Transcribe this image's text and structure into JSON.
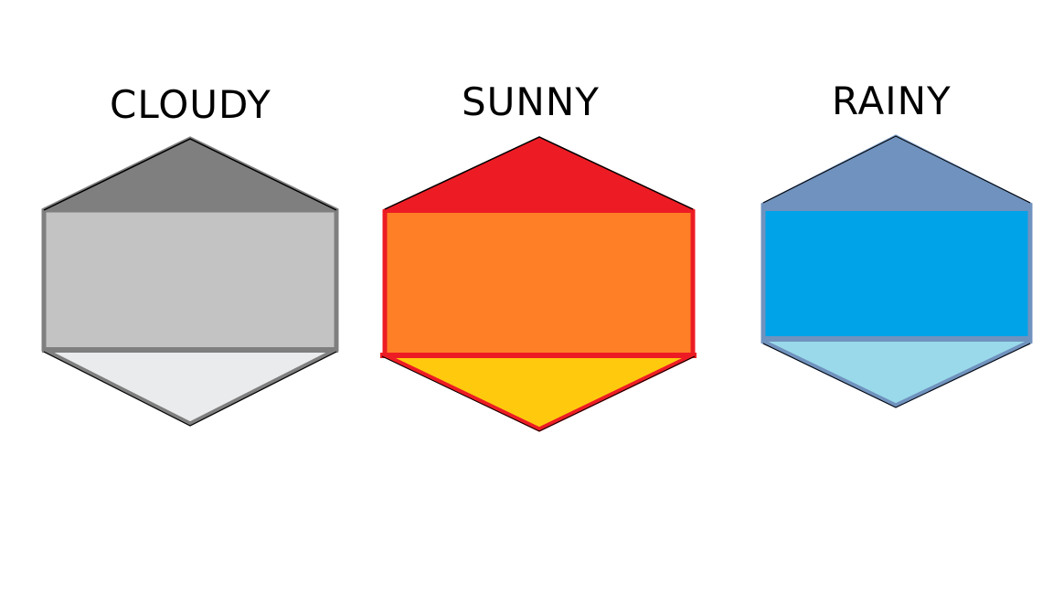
{
  "hexagons": [
    {
      "label": "CLOUDY",
      "colors": {
        "top": "#7f7f7f",
        "middle": "#c3c3c3",
        "bottom": "#e9ebed",
        "outline": "#7f7f7f"
      }
    },
    {
      "label": "SUNNY",
      "colors": {
        "top": "#ed1c24",
        "middle": "#ff7f27",
        "bottom": "#ffc90e",
        "outline": "#ed1c24"
      }
    },
    {
      "label": "RAINY",
      "colors": {
        "top": "#7092be",
        "middle": "#00a2e8",
        "bottom": "#99d9ea",
        "outline": "#7092be"
      }
    }
  ]
}
